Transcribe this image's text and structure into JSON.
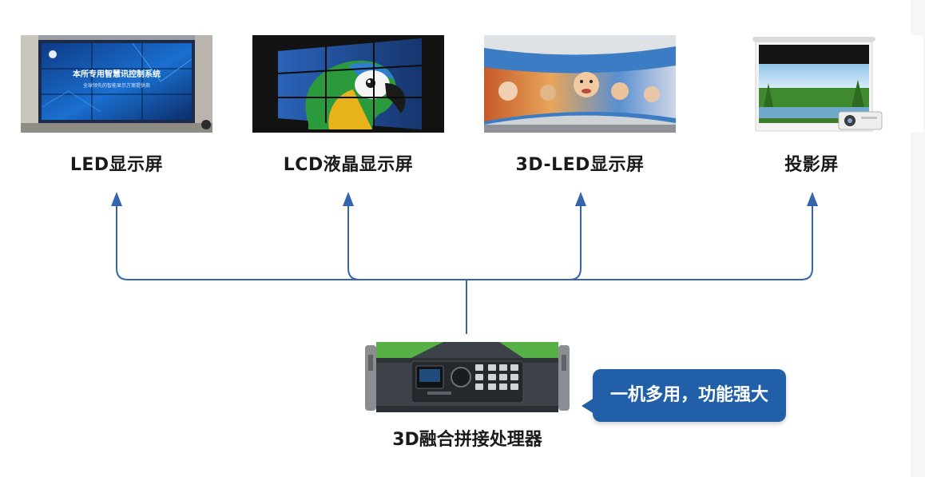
{
  "screens": [
    {
      "label": "LED显示屏",
      "panel_title": "本所专用智慧讯控制系统",
      "panel_subtitle": "全球领先的智能显示方案提供商"
    },
    {
      "label": "LCD液晶显示屏"
    },
    {
      "label": "3D-LED显示屏"
    },
    {
      "label": "投影屏"
    }
  ],
  "processor": {
    "label": "3D融合拼接处理器"
  },
  "callout": {
    "text": "一机多用，功能强大"
  },
  "colors": {
    "connector": "#3566ad",
    "callout_bg": "#2160a8",
    "label_text": "#1a1a1a"
  }
}
